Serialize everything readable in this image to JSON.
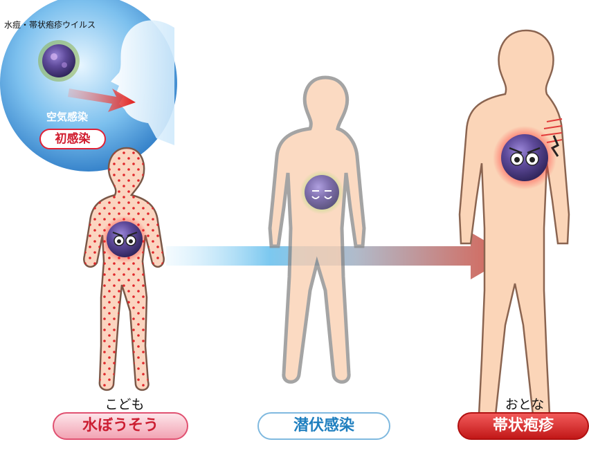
{
  "top_label": "水痘・帯状疱疹ウイルス",
  "infection": {
    "route": "空気感染",
    "stage": "初感染"
  },
  "figures": [
    {
      "caption": "こども",
      "badge": "水ぼうそう"
    },
    {
      "caption": "",
      "badge": "潜伏感染"
    },
    {
      "caption": "おとな",
      "badge": "帯状疱疹"
    }
  ],
  "colors": {
    "chickenpox_red": "#cc1e32",
    "latent_blue": "#1f7fbf",
    "shingles_red": "#d21a1a",
    "skin": "#f8c8a0",
    "sky_blue": "#3f8ed0"
  },
  "icons": [
    "virus-icon",
    "face-silhouette-icon",
    "red-arrow-icon",
    "rash-dot-icon",
    "progression-arrow-icon"
  ]
}
